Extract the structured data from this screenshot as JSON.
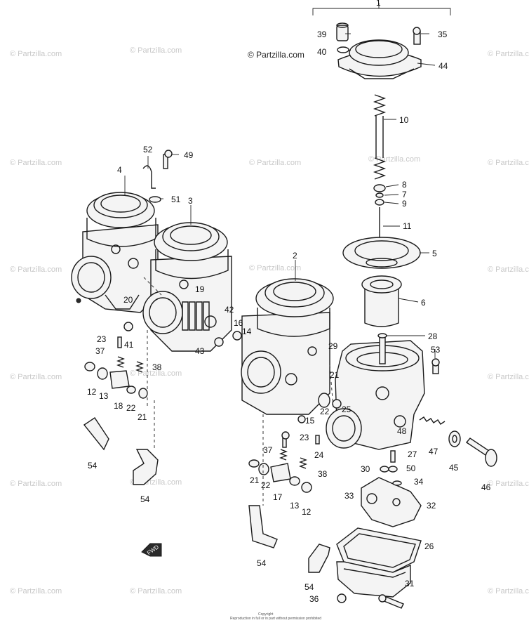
{
  "watermark": {
    "text": "© Partzilla.com",
    "main_text": "© Partzilla.com"
  },
  "callouts": {
    "c1": "1",
    "c2": "2",
    "c3": "3",
    "c4": "4",
    "c5": "5",
    "c6": "6",
    "c7": "7",
    "c8": "8",
    "c9": "9",
    "c10": "10",
    "c11": "11",
    "c12a": "12",
    "c12b": "12",
    "c13a": "13",
    "c13b": "13",
    "c14": "14",
    "c15": "15",
    "c16": "16",
    "c17": "17",
    "c18": "18",
    "c19": "19",
    "c20": "20",
    "c21a": "21",
    "c21b": "21",
    "c21c": "21",
    "c22a": "22",
    "c22b": "22",
    "c22c": "22",
    "c23a": "23",
    "c23b": "23",
    "c24": "24",
    "c25": "25",
    "c26": "26",
    "c27": "27",
    "c28": "28",
    "c29": "29",
    "c30": "30",
    "c31": "31",
    "c32": "32",
    "c33": "33",
    "c34": "34",
    "c35": "35",
    "c36": "36",
    "c37a": "37",
    "c37b": "37",
    "c38a": "38",
    "c38b": "38",
    "c39": "39",
    "c40": "40",
    "c41": "41",
    "c42": "42",
    "c43": "43",
    "c44": "44",
    "c45": "45",
    "c46": "46",
    "c47": "47",
    "c48": "48",
    "c49": "49",
    "c50": "50",
    "c51": "51",
    "c52": "52",
    "c53": "53",
    "c54a": "54",
    "c54b": "54",
    "c54c": "54",
    "c54d": "54"
  },
  "fwd_label": "FWD",
  "footer": {
    "line1": "Copyright",
    "line2": "Reproduction in full or in part without permission prohibited"
  }
}
